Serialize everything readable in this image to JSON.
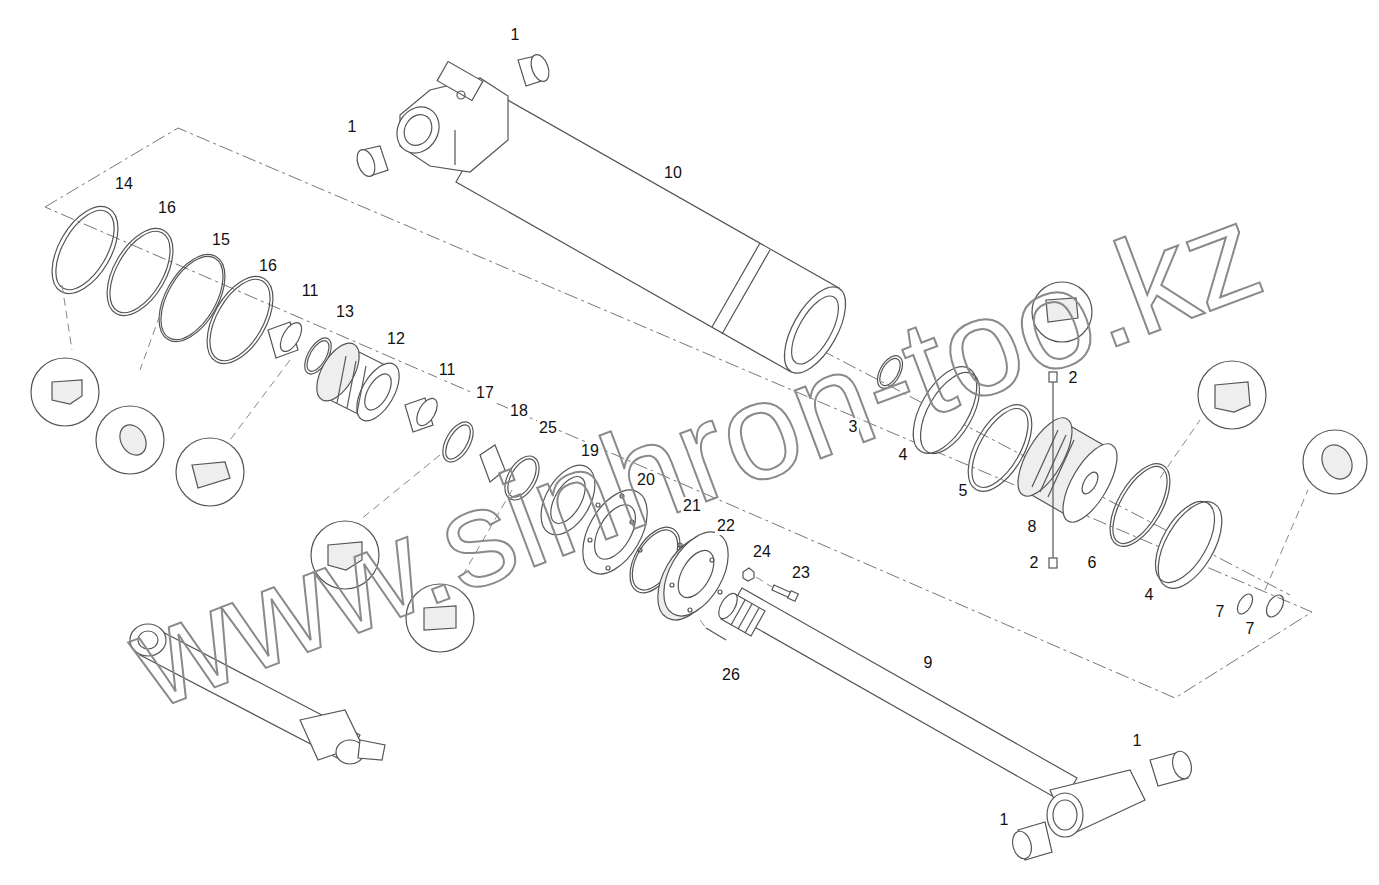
{
  "diagram": {
    "labels": [
      "1",
      "1",
      "10",
      "14",
      "16",
      "15",
      "16",
      "11",
      "13",
      "12",
      "11",
      "17",
      "18",
      "25",
      "19",
      "20",
      "21",
      "22",
      "24",
      "23",
      "26",
      "9",
      "2",
      "3",
      "4",
      "5",
      "8",
      "2",
      "6",
      "4",
      "7",
      "7",
      "1",
      "1",
      "www.sinhron-too.kz"
    ]
  }
}
